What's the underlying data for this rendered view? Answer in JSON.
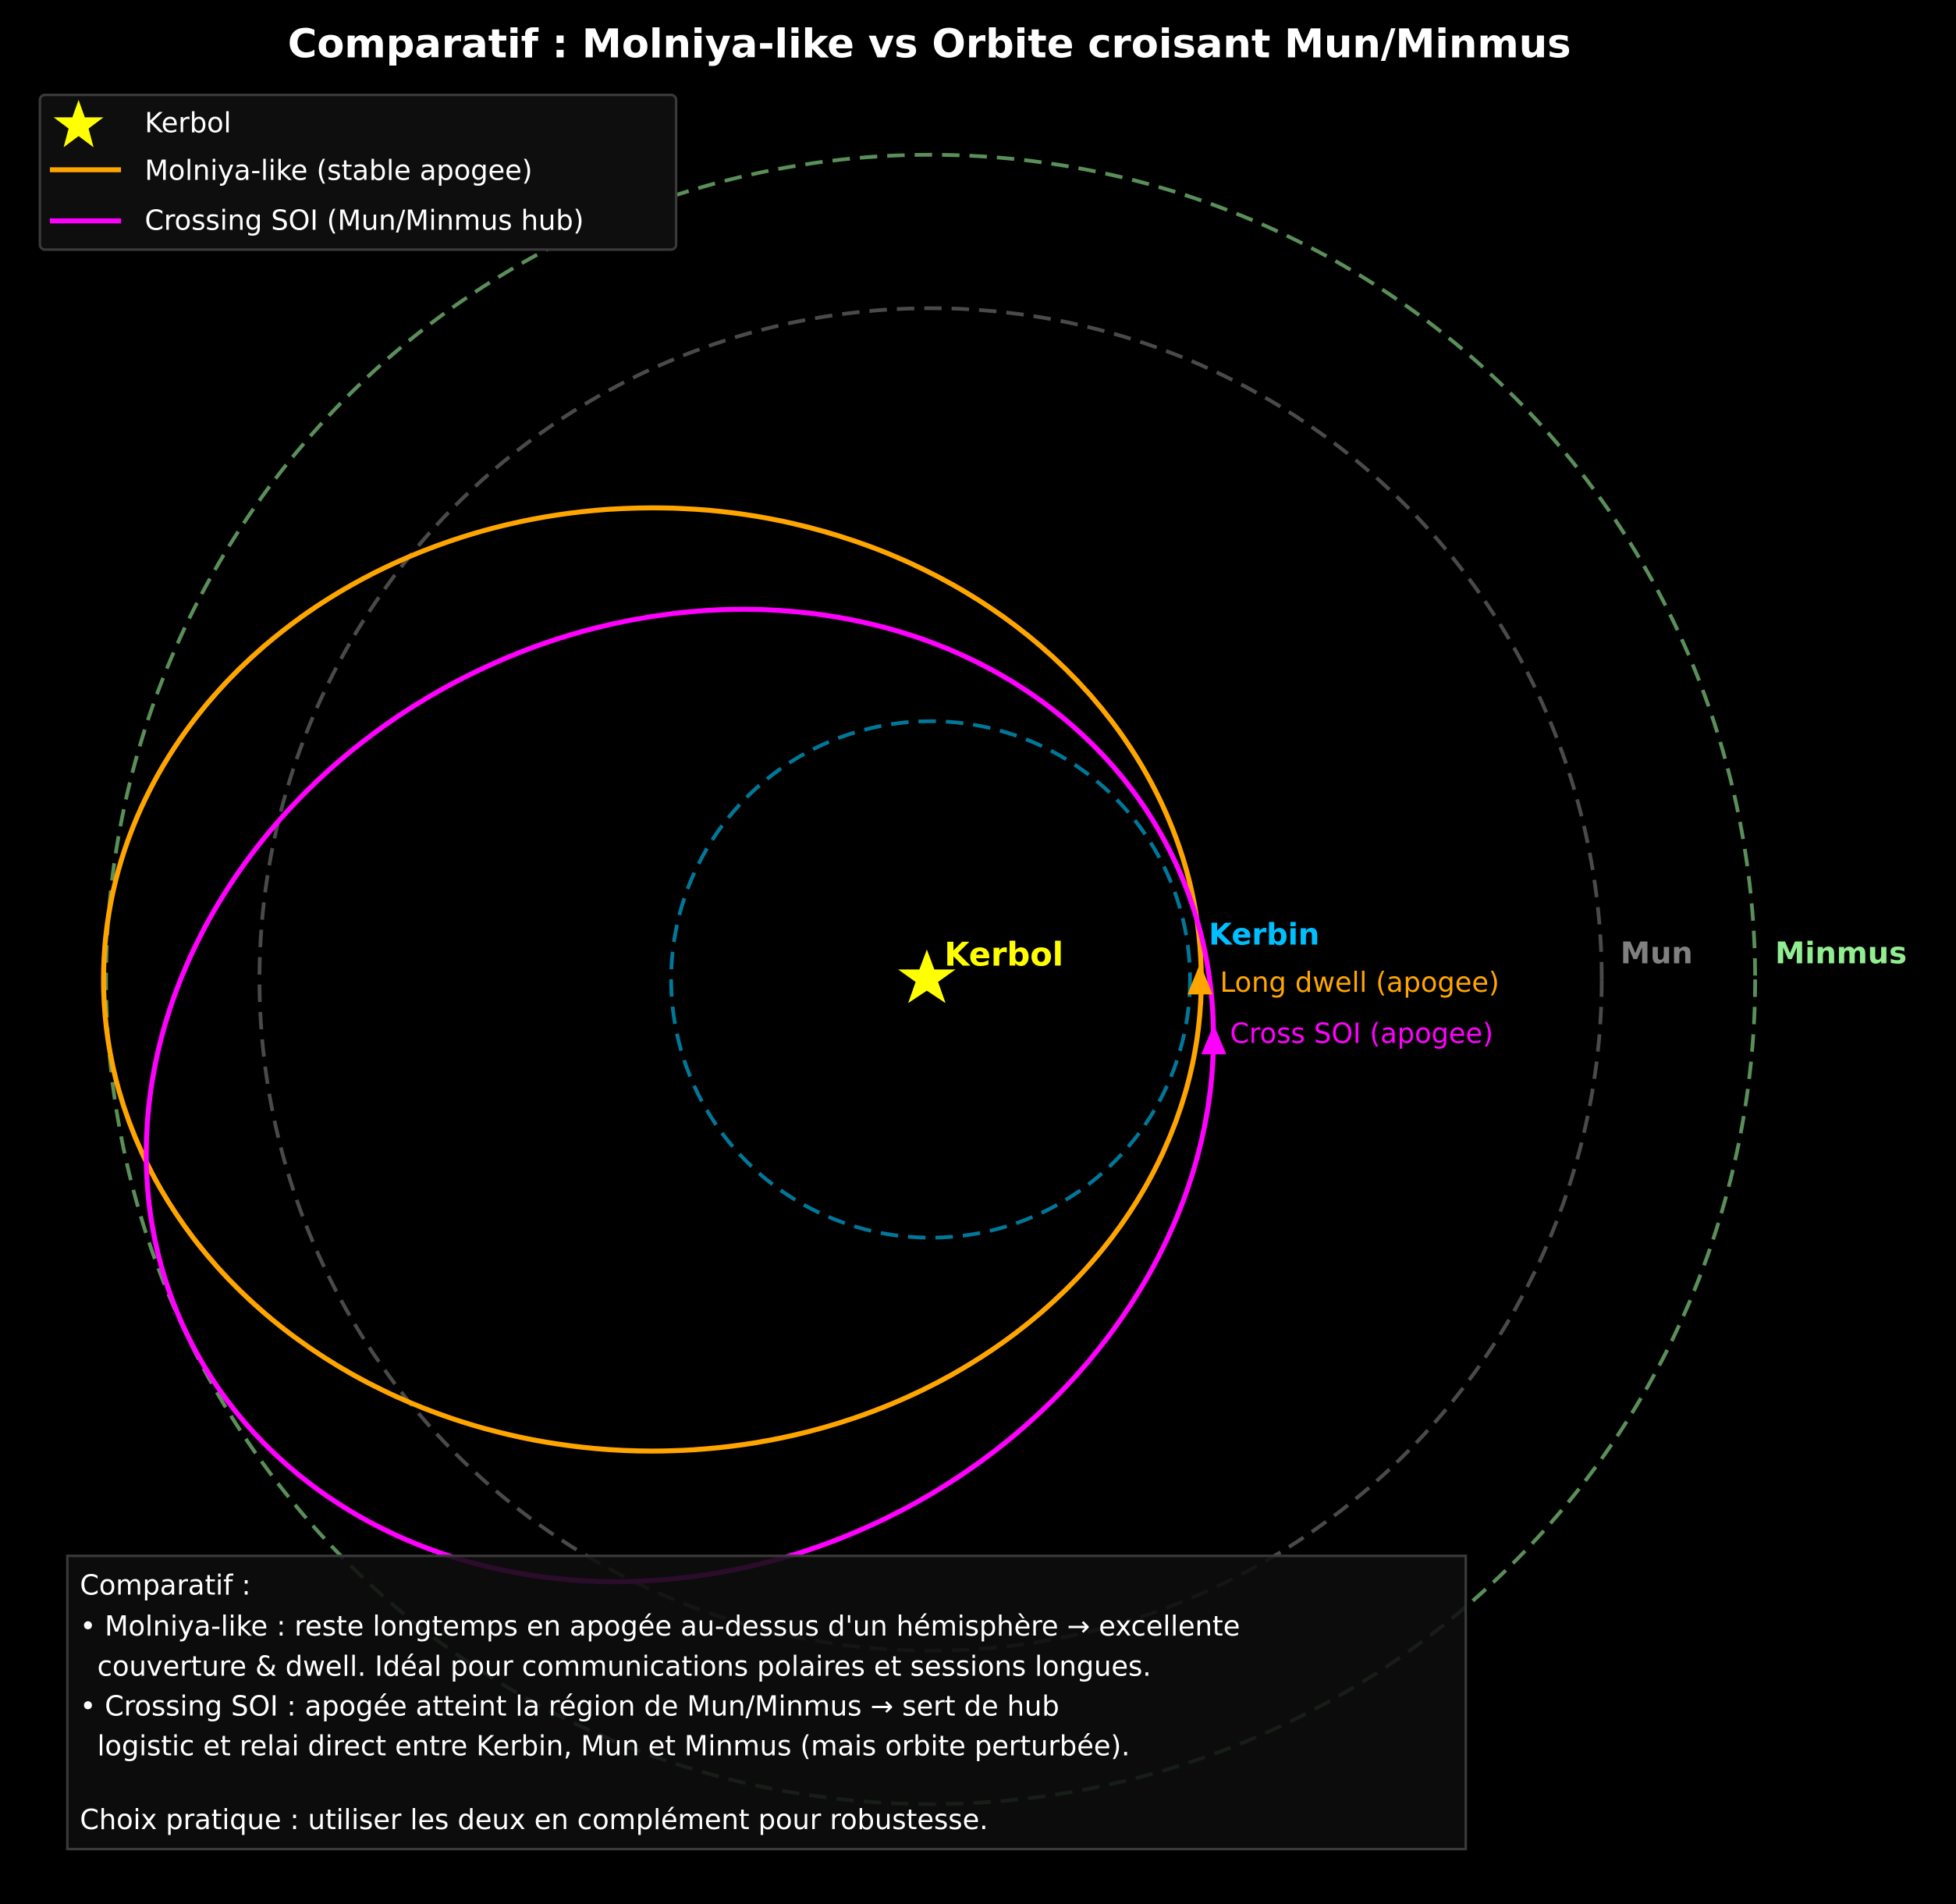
{
  "title": "Comparatif : Molniya-like vs Orbite croisant Mun/Minmus",
  "legend": {
    "items": [
      {
        "label": "Kerbol",
        "marker": "star",
        "color": "#ffff00"
      },
      {
        "label": "Molniya-like (stable apogee)",
        "marker": "line",
        "color": "#ffa500"
      },
      {
        "label": "Crossing SOI (Mun/Minmus hub)",
        "marker": "line",
        "color": "#ff00ff"
      }
    ]
  },
  "bodies": {
    "kerbol": {
      "label": "Kerbol",
      "color": "#ffff00"
    },
    "kerbin": {
      "label": "Kerbin",
      "color": "#00bfff"
    },
    "mun": {
      "label": "Mun",
      "color": "#808080"
    },
    "minmus": {
      "label": "Minmus",
      "color": "#90ee90"
    }
  },
  "annotations": {
    "molniya_apogee": "Long dwell (apogee)",
    "crossing_apogee": "Cross SOI (apogee)"
  },
  "textbox": {
    "lines": [
      "Comparatif :",
      "• Molniya-like : reste longtemps en apogée au-dessus d'un hémisphère → excellente",
      "  couverture & dwell. Idéal pour communications polaires et sessions longues.",
      "• Crossing SOI : apogée atteint la région de Mun/Minmus → sert de hub",
      "  logistic et relai direct entre Kerbin, Mun et Minmus (mais orbite perturbée).",
      "",
      "Choix pratique : utiliser les deux en complément pour robustesse."
    ]
  }
}
